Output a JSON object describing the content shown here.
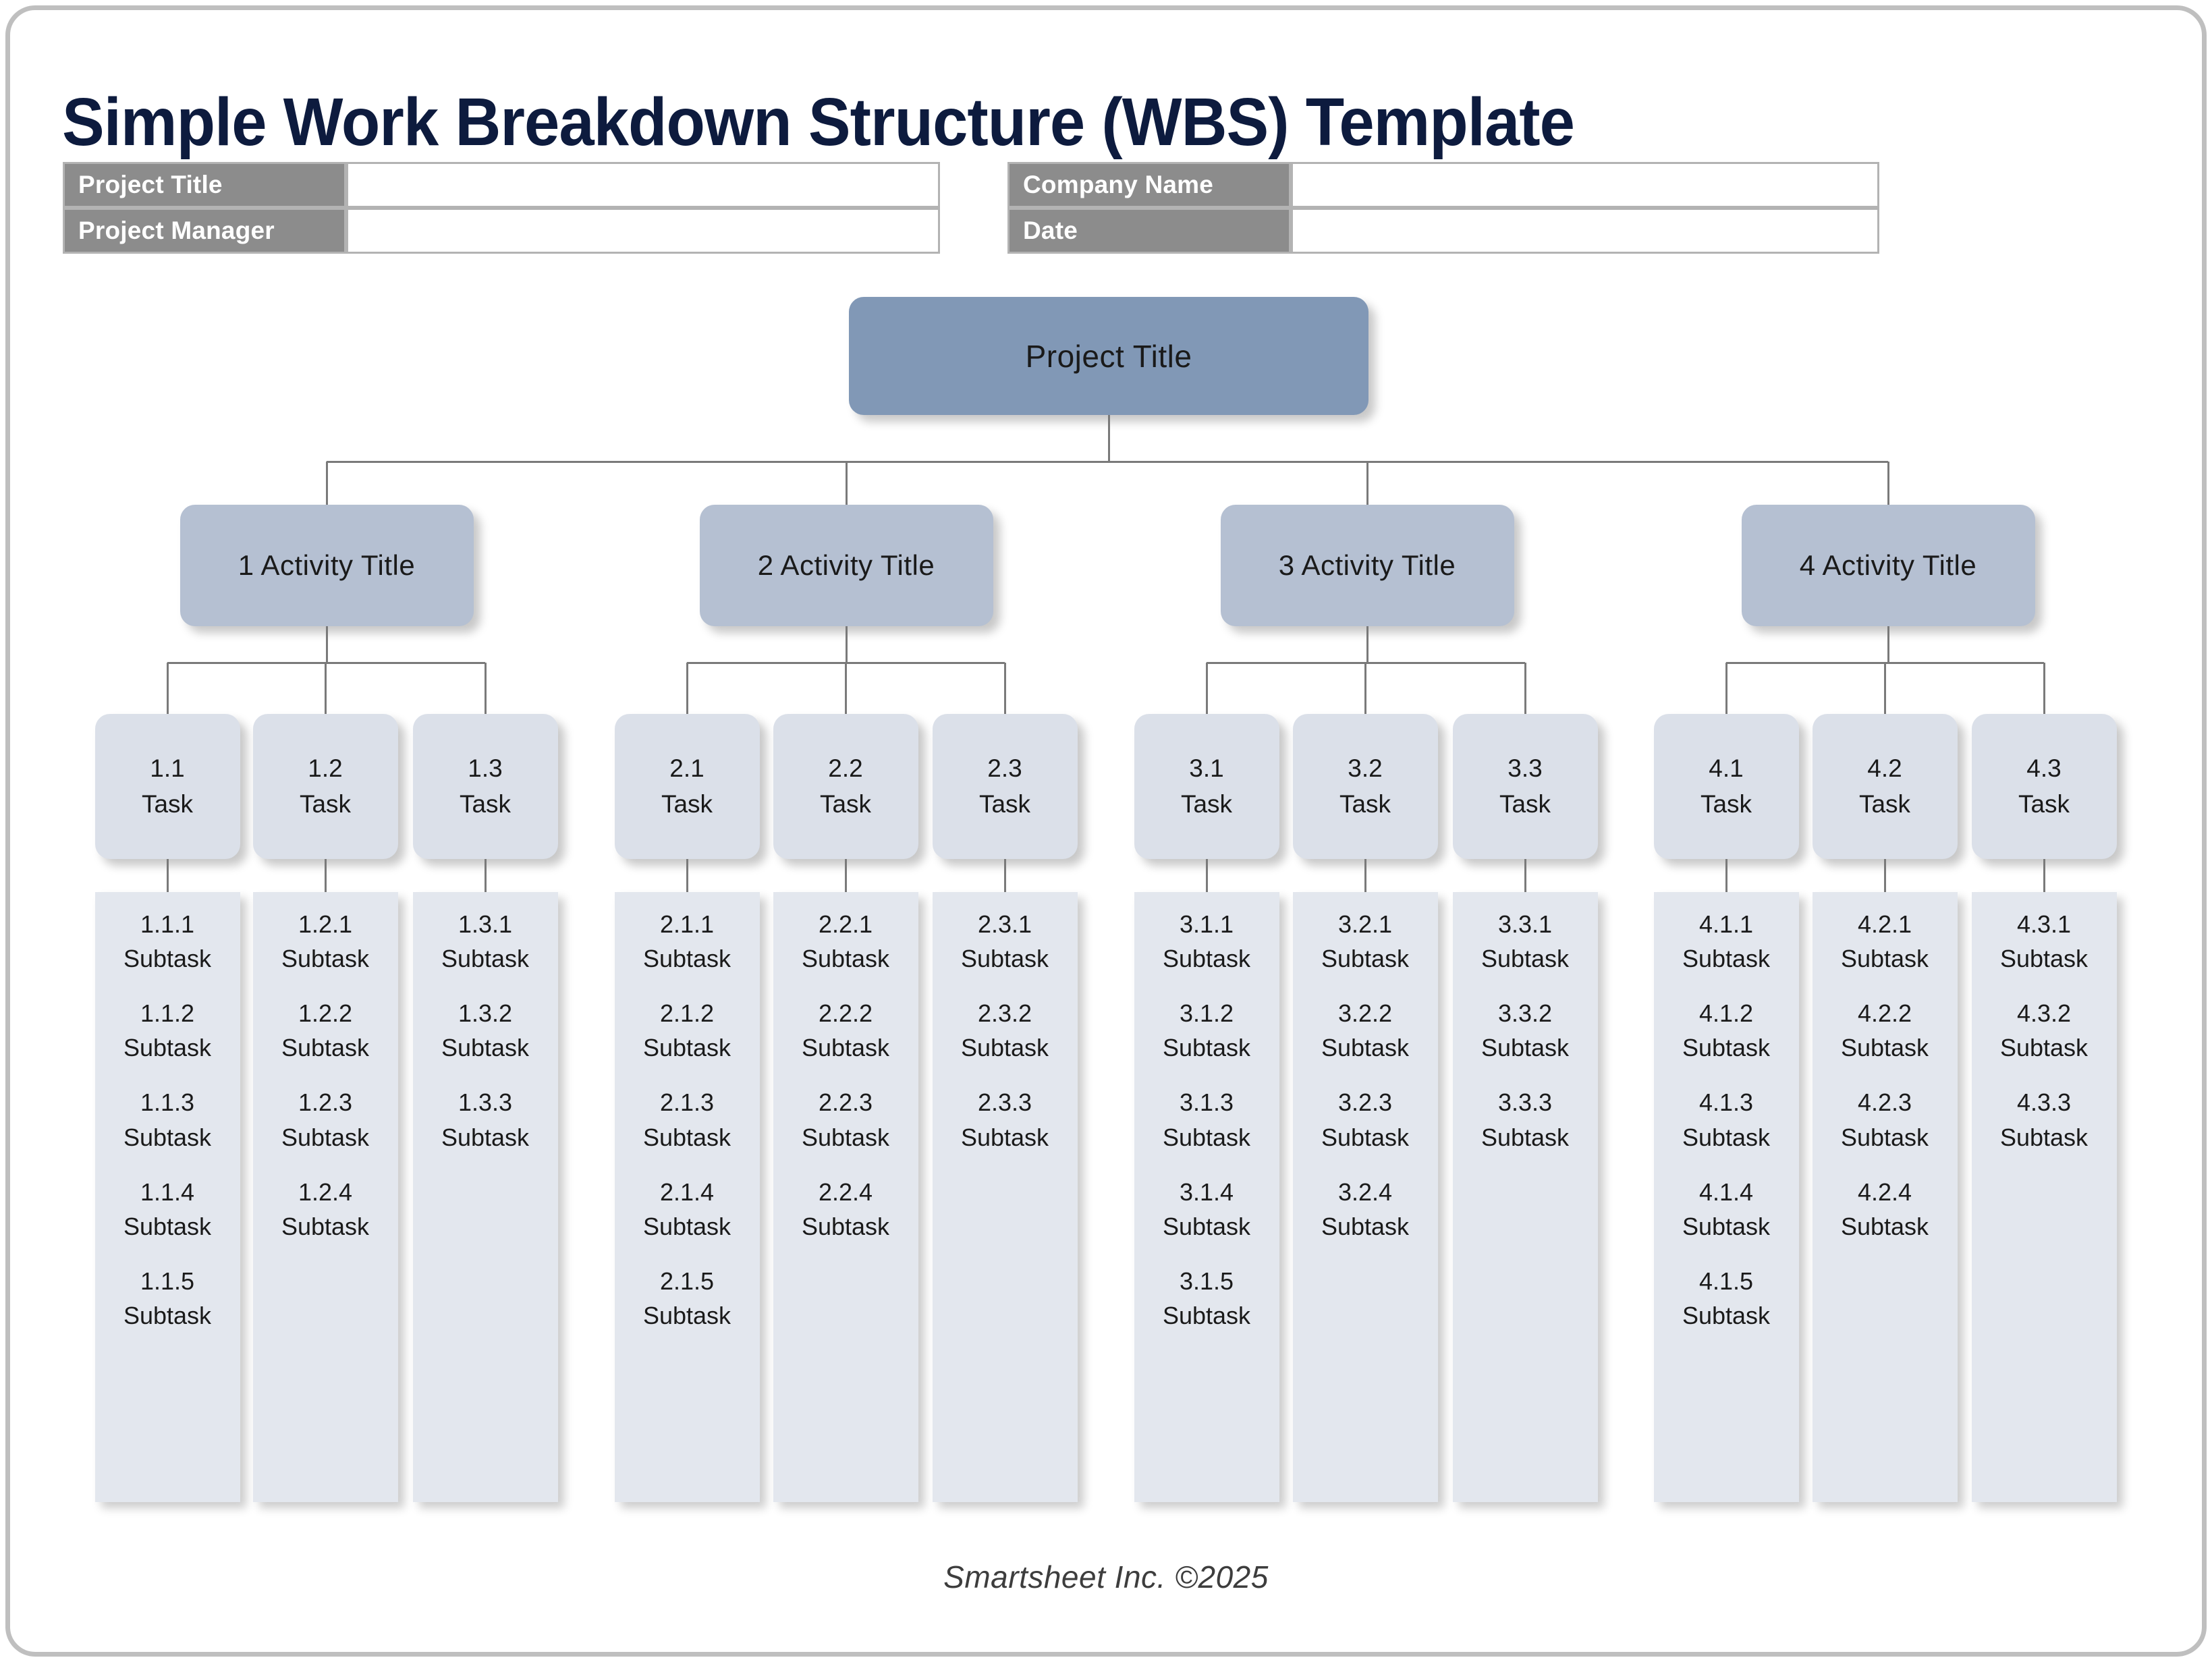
{
  "page": {
    "title": "Simple Work Breakdown Structure (WBS) Template",
    "footer": "Smartsheet Inc. ©2025",
    "colors": {
      "title_navy": "#0d1b3e",
      "header_label_gray": "#8c8c8c",
      "root_node_blue": "#8198b6",
      "activity_node_blue": "#b5c0d2",
      "task_node_blue": "#dbe0e9",
      "subtask_column_blue": "#e3e7ee",
      "connector_gray": "#7a7a7a",
      "page_border_gray": "#bfbfbf"
    }
  },
  "info_table": {
    "fields": [
      {
        "label": "Project Title",
        "value": ""
      },
      {
        "label": "Company Name",
        "value": ""
      },
      {
        "label": "Project Manager",
        "value": ""
      },
      {
        "label": "Date",
        "value": ""
      }
    ]
  },
  "wbs": {
    "root": {
      "label": "Project Title"
    },
    "activities": [
      {
        "label": "1 Activity Title",
        "tasks": [
          {
            "id": "1.1",
            "label": "Task",
            "subtasks": [
              {
                "id": "1.1.1",
                "label": "Subtask"
              },
              {
                "id": "1.1.2",
                "label": "Subtask"
              },
              {
                "id": "1.1.3",
                "label": "Subtask"
              },
              {
                "id": "1.1.4",
                "label": "Subtask"
              },
              {
                "id": "1.1.5",
                "label": "Subtask"
              }
            ]
          },
          {
            "id": "1.2",
            "label": "Task",
            "subtasks": [
              {
                "id": "1.2.1",
                "label": "Subtask"
              },
              {
                "id": "1.2.2",
                "label": "Subtask"
              },
              {
                "id": "1.2.3",
                "label": "Subtask"
              },
              {
                "id": "1.2.4",
                "label": "Subtask"
              }
            ]
          },
          {
            "id": "1.3",
            "label": "Task",
            "subtasks": [
              {
                "id": "1.3.1",
                "label": "Subtask"
              },
              {
                "id": "1.3.2",
                "label": "Subtask"
              },
              {
                "id": "1.3.3",
                "label": "Subtask"
              }
            ]
          }
        ]
      },
      {
        "label": "2 Activity Title",
        "tasks": [
          {
            "id": "2.1",
            "label": "Task",
            "subtasks": [
              {
                "id": "2.1.1",
                "label": "Subtask"
              },
              {
                "id": "2.1.2",
                "label": "Subtask"
              },
              {
                "id": "2.1.3",
                "label": "Subtask"
              },
              {
                "id": "2.1.4",
                "label": "Subtask"
              },
              {
                "id": "2.1.5",
                "label": "Subtask"
              }
            ]
          },
          {
            "id": "2.2",
            "label": "Task",
            "subtasks": [
              {
                "id": "2.2.1",
                "label": "Subtask"
              },
              {
                "id": "2.2.2",
                "label": "Subtask"
              },
              {
                "id": "2.2.3",
                "label": "Subtask"
              },
              {
                "id": "2.2.4",
                "label": "Subtask"
              }
            ]
          },
          {
            "id": "2.3",
            "label": "Task",
            "subtasks": [
              {
                "id": "2.3.1",
                "label": "Subtask"
              },
              {
                "id": "2.3.2",
                "label": "Subtask"
              },
              {
                "id": "2.3.3",
                "label": "Subtask"
              }
            ]
          }
        ]
      },
      {
        "label": "3 Activity Title",
        "tasks": [
          {
            "id": "3.1",
            "label": "Task",
            "subtasks": [
              {
                "id": "3.1.1",
                "label": "Subtask"
              },
              {
                "id": "3.1.2",
                "label": "Subtask"
              },
              {
                "id": "3.1.3",
                "label": "Subtask"
              },
              {
                "id": "3.1.4",
                "label": "Subtask"
              },
              {
                "id": "3.1.5",
                "label": "Subtask"
              }
            ]
          },
          {
            "id": "3.2",
            "label": "Task",
            "subtasks": [
              {
                "id": "3.2.1",
                "label": "Subtask"
              },
              {
                "id": "3.2.2",
                "label": "Subtask"
              },
              {
                "id": "3.2.3",
                "label": "Subtask"
              },
              {
                "id": "3.2.4",
                "label": "Subtask"
              }
            ]
          },
          {
            "id": "3.3",
            "label": "Task",
            "subtasks": [
              {
                "id": "3.3.1",
                "label": "Subtask"
              },
              {
                "id": "3.3.2",
                "label": "Subtask"
              },
              {
                "id": "3.3.3",
                "label": "Subtask"
              }
            ]
          }
        ]
      },
      {
        "label": "4 Activity Title",
        "tasks": [
          {
            "id": "4.1",
            "label": "Task",
            "subtasks": [
              {
                "id": "4.1.1",
                "label": "Subtask"
              },
              {
                "id": "4.1.2",
                "label": "Subtask"
              },
              {
                "id": "4.1.3",
                "label": "Subtask"
              },
              {
                "id": "4.1.4",
                "label": "Subtask"
              },
              {
                "id": "4.1.5",
                "label": "Subtask"
              }
            ]
          },
          {
            "id": "4.2",
            "label": "Task",
            "subtasks": [
              {
                "id": "4.2.1",
                "label": "Subtask"
              },
              {
                "id": "4.2.2",
                "label": "Subtask"
              },
              {
                "id": "4.2.3",
                "label": "Subtask"
              },
              {
                "id": "4.2.4",
                "label": "Subtask"
              }
            ]
          },
          {
            "id": "4.3",
            "label": "Task",
            "subtasks": [
              {
                "id": "4.3.1",
                "label": "Subtask"
              },
              {
                "id": "4.3.2",
                "label": "Subtask"
              },
              {
                "id": "4.3.3",
                "label": "Subtask"
              }
            ]
          }
        ]
      }
    ]
  }
}
